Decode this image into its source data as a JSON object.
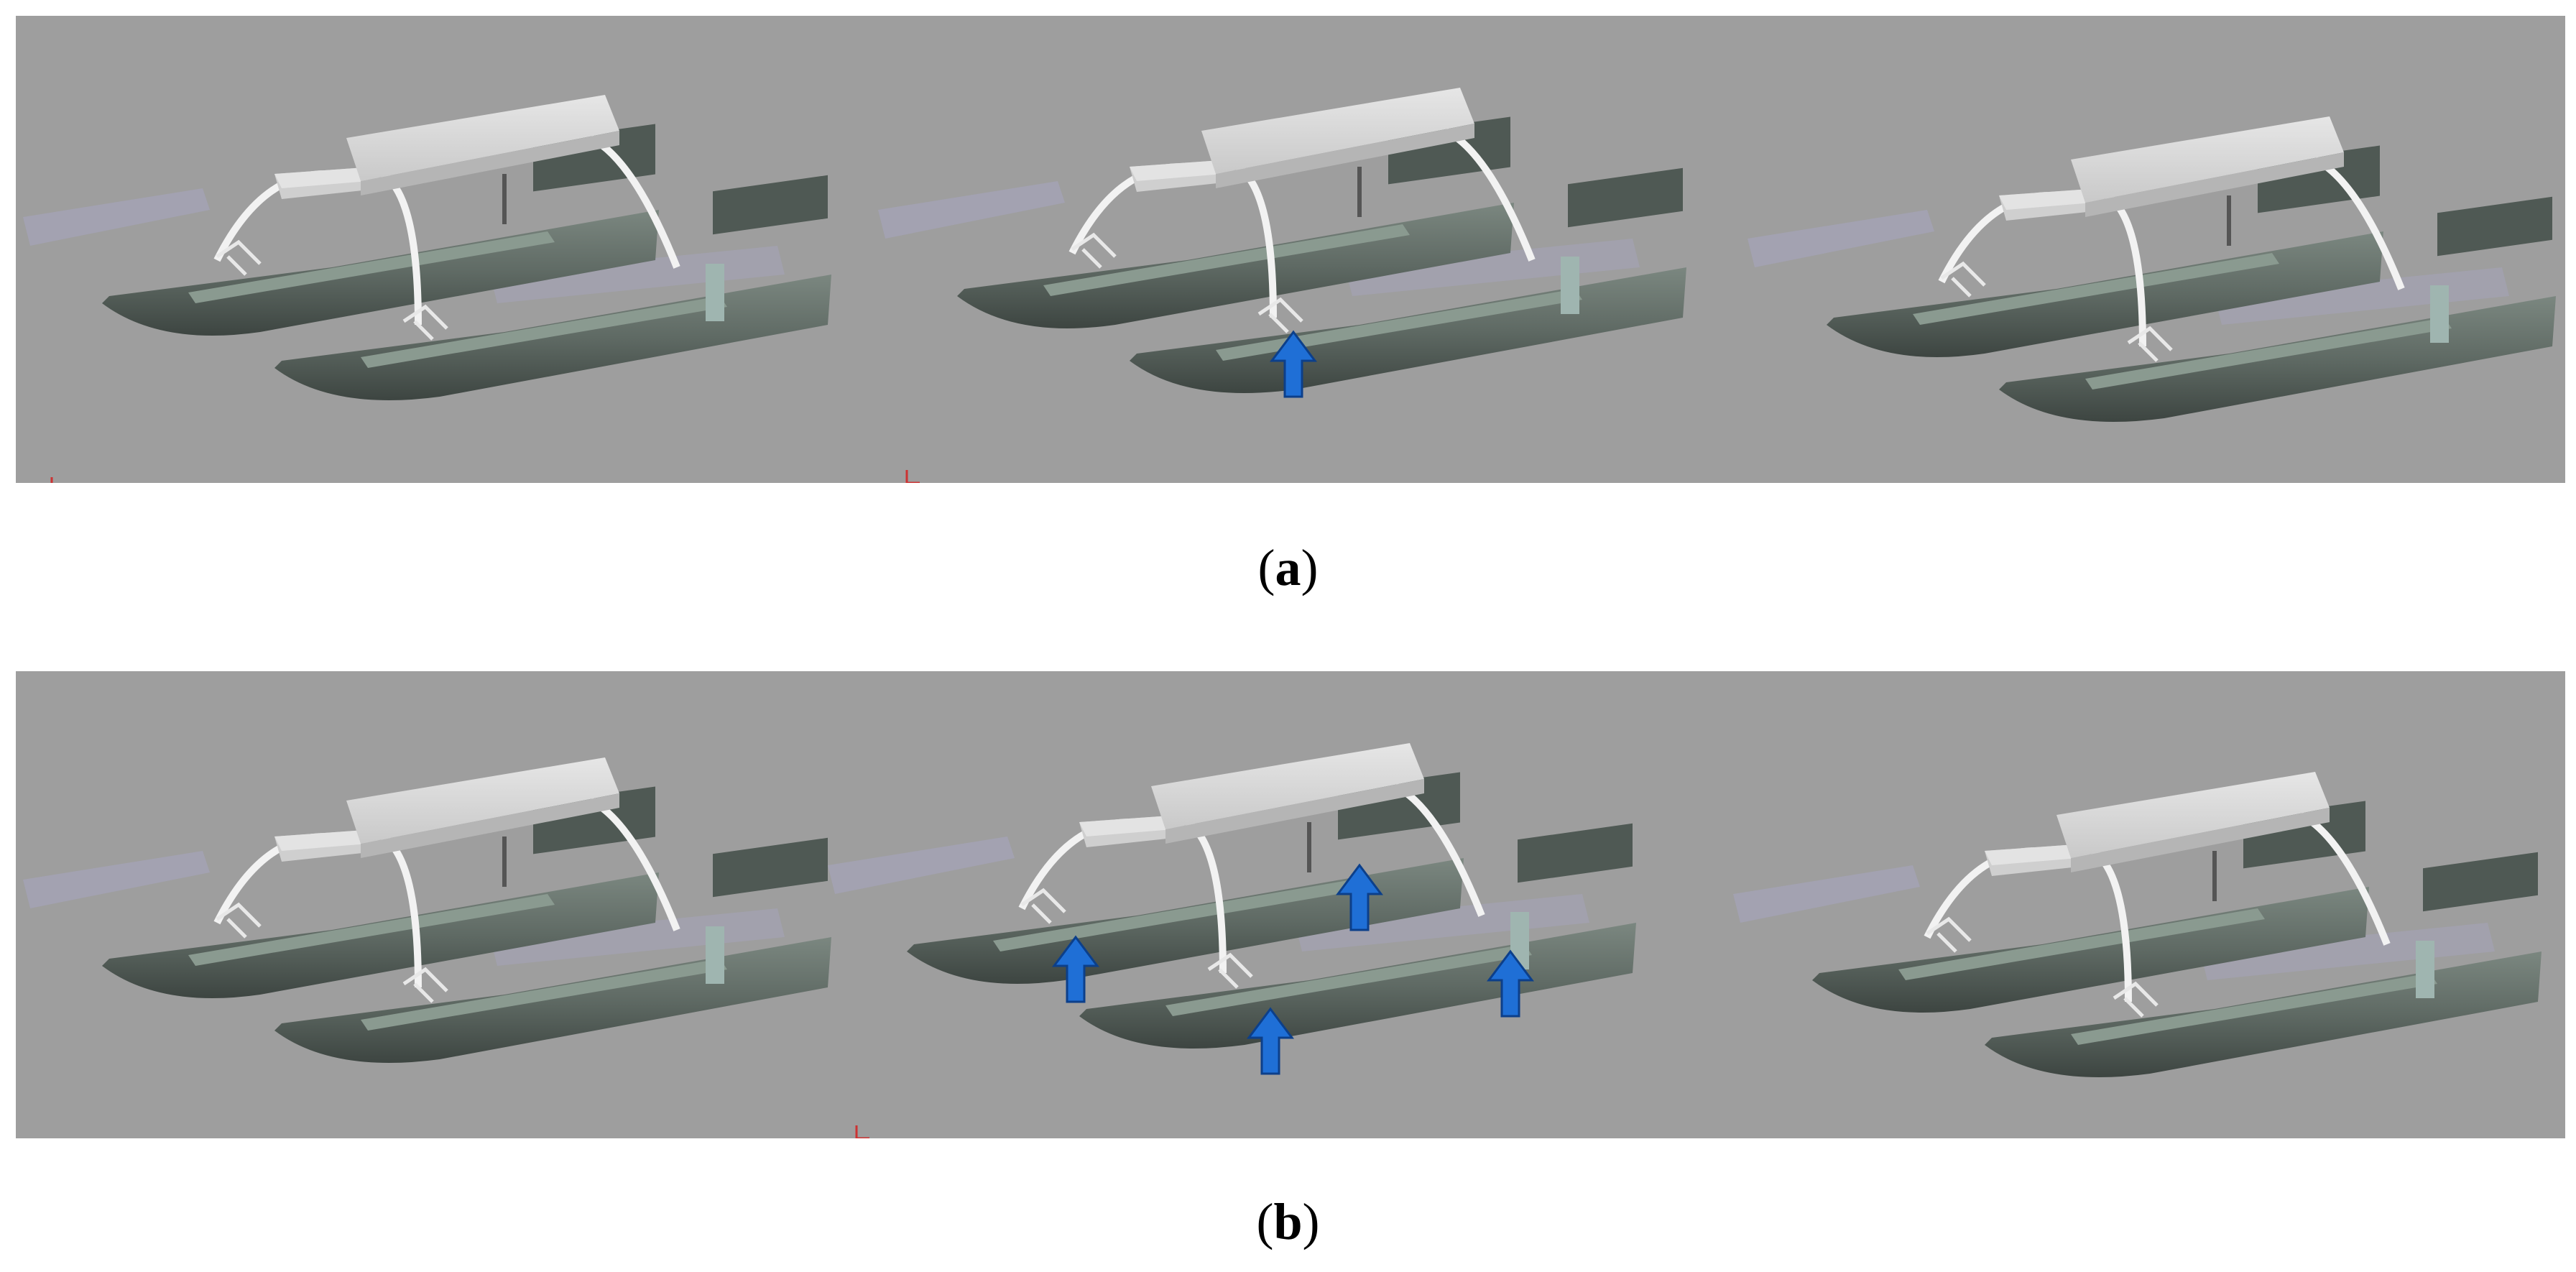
{
  "figure": {
    "rows": [
      {
        "id": "a",
        "label": "a",
        "frames": 3,
        "arrows_in_frames": [
          0,
          1,
          0
        ]
      },
      {
        "id": "b",
        "label": "b",
        "frames": 3,
        "arrows_in_frames": [
          0,
          4,
          0
        ]
      }
    ]
  },
  "colors": {
    "viewport_background": "#9e9e9e",
    "hull": "#5f6a64",
    "roof": "#d9d9d9",
    "frame_pipe": "#f2f2f2",
    "arrow": "#1f6fd6",
    "water_tint": "#a9a6c8"
  }
}
